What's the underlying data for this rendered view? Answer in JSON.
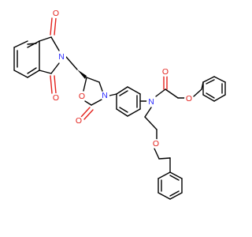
{
  "molecule": {
    "atom_colors": {
      "O": "#e3211c",
      "N": "#2b2bff",
      "C": "#000000"
    },
    "labels": {
      "o_phth_top": "O",
      "o_phth_bottom": "O",
      "n_phth": "N",
      "n_oxazolidinone": "N",
      "o_ring": "O",
      "o_carbonyl": "O",
      "n_amide": "N",
      "o_amide": "O",
      "o_ether_upper": "O",
      "o_ether_lower": "O"
    }
  }
}
